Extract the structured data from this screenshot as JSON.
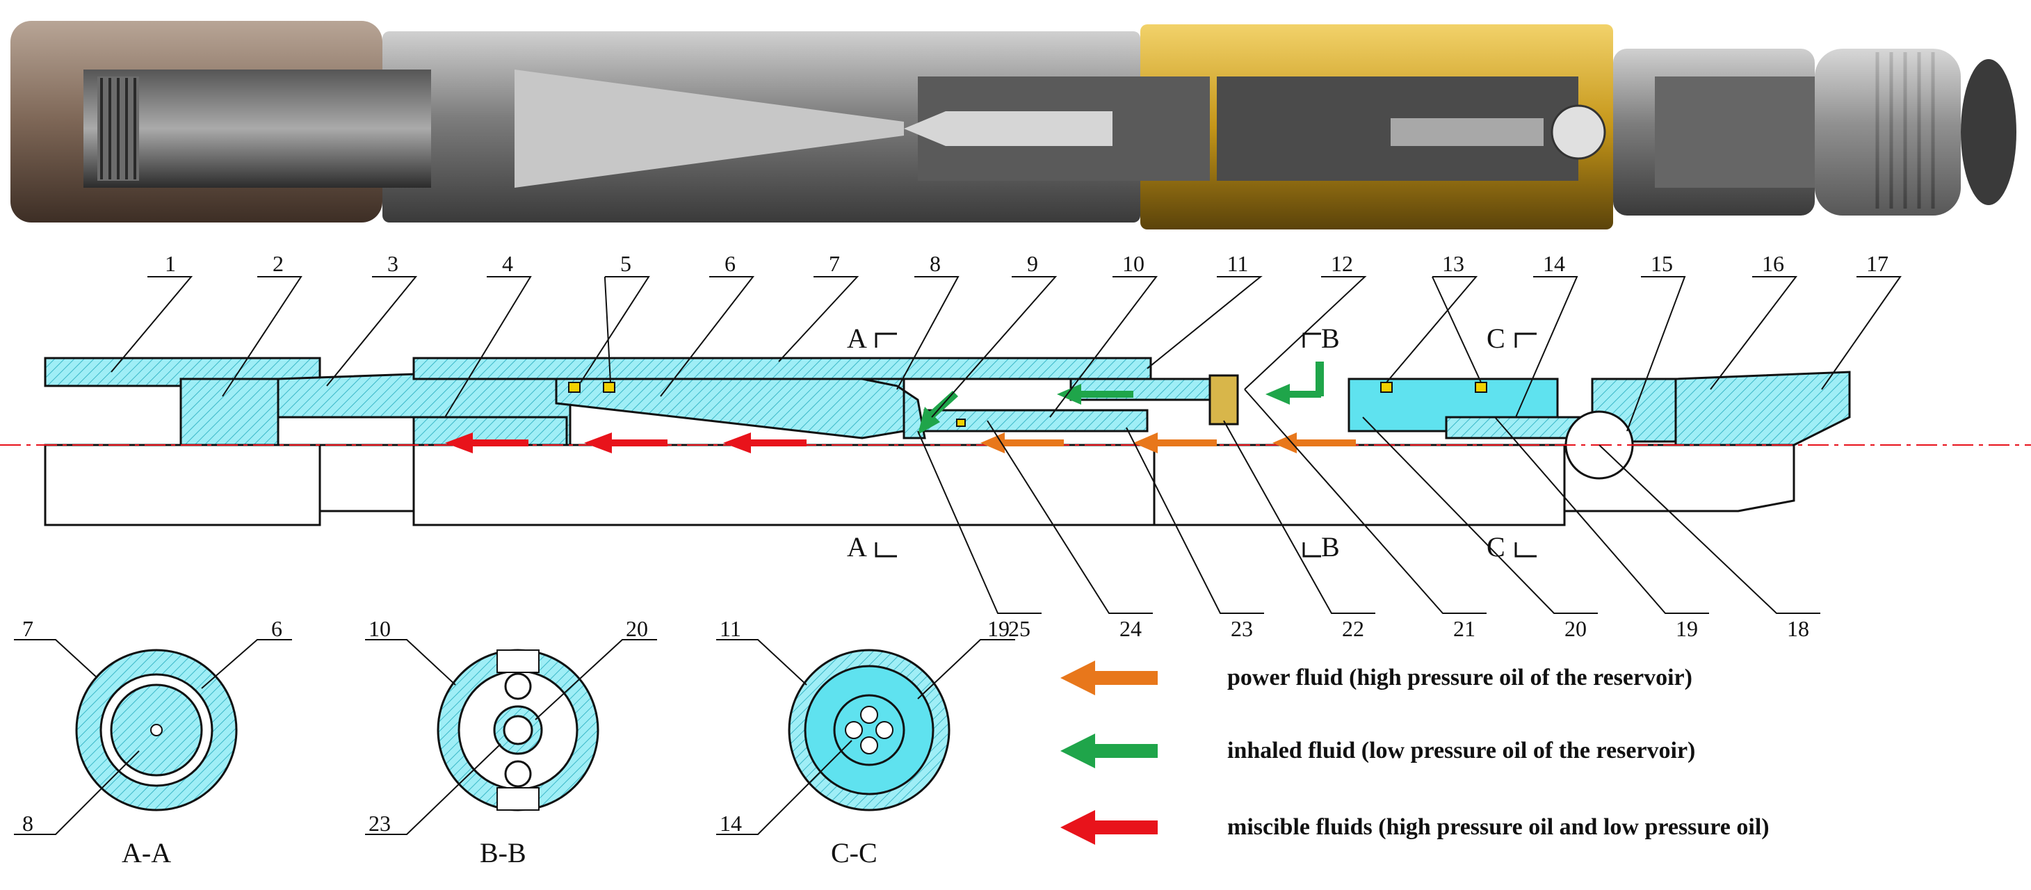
{
  "figure": {
    "render_caption": "Cut-away 3D render of jet pump assembly",
    "part_numbers": [
      "1",
      "2",
      "3",
      "4",
      "5",
      "6",
      "7",
      "8",
      "9",
      "10",
      "11",
      "12",
      "13",
      "14",
      "15",
      "16",
      "17"
    ],
    "lower_part_numbers": [
      "25",
      "24",
      "23",
      "22",
      "21",
      "20",
      "19",
      "18"
    ],
    "section_markers": {
      "a": "A",
      "b": "B",
      "c": "C"
    },
    "cross_sections": [
      {
        "title": "A-A",
        "labels": [
          "7",
          "6",
          "8"
        ]
      },
      {
        "title": "B-B",
        "labels": [
          "10",
          "20",
          "23"
        ]
      },
      {
        "title": "C-C",
        "labels": [
          "11",
          "19",
          "14"
        ]
      }
    ],
    "legend": [
      {
        "color": "#e8771b",
        "text": "power fluid (high pressure oil of the reservoir)"
      },
      {
        "color": "#1fa54a",
        "text": "inhaled fluid (low pressure oil of  the reservoir)"
      },
      {
        "color": "#e8131b",
        "text": "miscible fluids (high pressure oil and low pressure oil)"
      }
    ],
    "colors": {
      "hatch": "#7fe3ef",
      "line": "#111111",
      "gold": "#c9a227",
      "steel": "#8a8a8a",
      "centerline": "#e8131b"
    }
  }
}
